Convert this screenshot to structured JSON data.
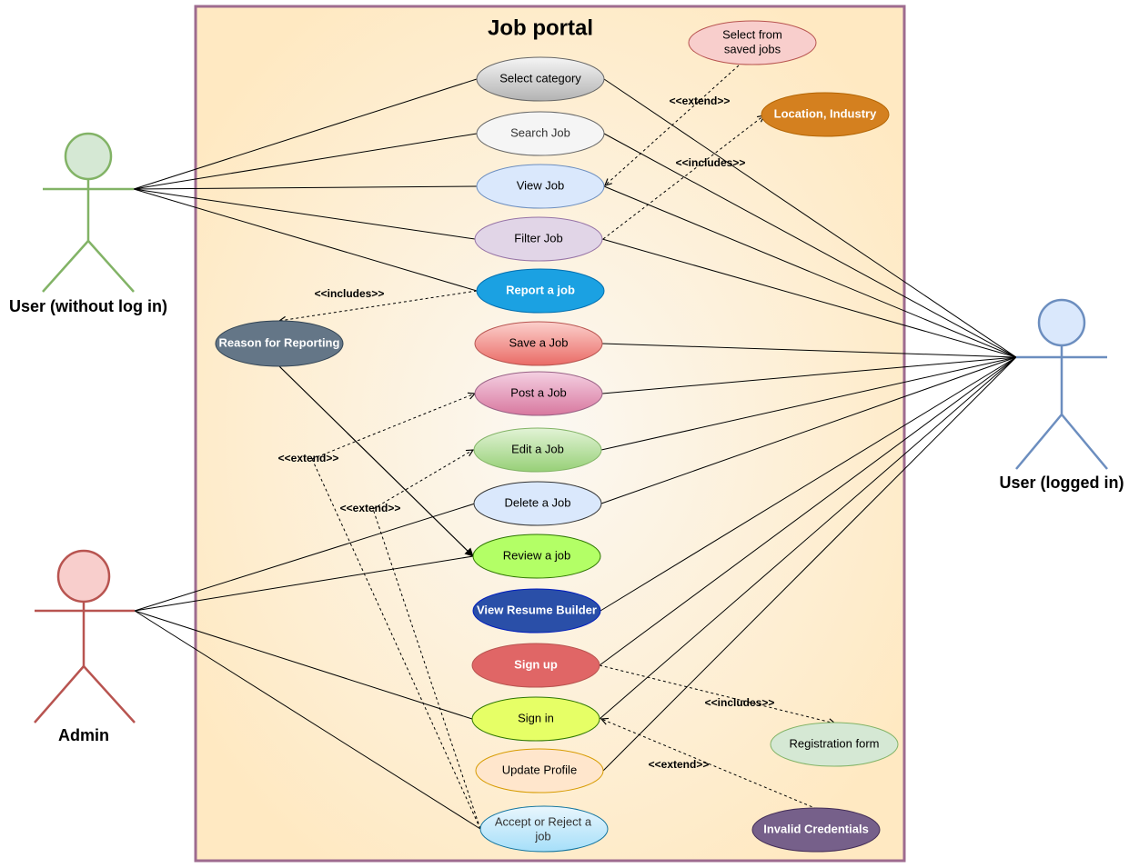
{
  "system": {
    "title": "Job portal"
  },
  "actors": {
    "guest": {
      "label": "User (without log in)",
      "color": "#82b366",
      "fill": "#d5e8d4"
    },
    "user": {
      "label": "User (logged in)",
      "color": "#6c8ebf",
      "fill": "#dae8fc"
    },
    "admin": {
      "label": "Admin",
      "color": "#b85450",
      "fill": "#f8cecc"
    }
  },
  "use_cases": {
    "select_category": {
      "label": "Select category",
      "fill": "#cccccc",
      "text_color": "#000000"
    },
    "search_job": {
      "label": "Search Job",
      "fill": "#f5f5f5",
      "text_color": "#333333"
    },
    "view_job": {
      "label": "View Job",
      "fill": "#dae8fc",
      "text_color": "#000000"
    },
    "filter_job": {
      "label": "Filter Job",
      "fill": "#e1d5e7",
      "text_color": "#000000"
    },
    "report_job": {
      "label": "Report a job",
      "fill": "#1ba1e2",
      "text_color": "#ffffff"
    },
    "save_job": {
      "label": "Save a Job",
      "fill": "#f08080",
      "text_color": "#000000"
    },
    "post_job": {
      "label": "Post a Job",
      "fill": "#e6a0c4",
      "text_color": "#000000"
    },
    "edit_job": {
      "label": "Edit a Job",
      "fill": "#b9e0a5",
      "text_color": "#000000"
    },
    "delete_job": {
      "label": "Delete a Job",
      "fill": "#dae8fc",
      "text_color": "#000000"
    },
    "review_job": {
      "label": "Review a job",
      "fill": "#b3ff66",
      "text_color": "#000000"
    },
    "resume_builder": {
      "label": "View Resume Builder",
      "fill": "#2a4fa8",
      "text_color": "#ffffff"
    },
    "sign_up": {
      "label": "Sign up",
      "fill": "#e06666",
      "text_color": "#ffffff"
    },
    "sign_in": {
      "label": "Sign in",
      "fill": "#e6ff66",
      "text_color": "#000000"
    },
    "update_profile": {
      "label": "Update Profile",
      "fill": "#ffe6cc",
      "text_color": "#000000"
    },
    "accept_reject_line1": {
      "label": "Accept or Reject a",
      "fill": "#c7ecff",
      "text_color": "#333333"
    },
    "accept_reject_line2": {
      "label": "job"
    },
    "saved_jobs_line1": {
      "label": "Select from",
      "fill": "#f8cecc",
      "text_color": "#000000"
    },
    "saved_jobs_line2": {
      "label": "saved jobs"
    },
    "location_industry": {
      "label": "Location, Industry",
      "fill": "#d4801f",
      "text_color": "#ffffff"
    },
    "reason_reporting": {
      "label": "Reason for Reporting",
      "fill": "#647687",
      "text_color": "#ffffff"
    },
    "registration_form": {
      "label": "Registration form",
      "fill": "#d5e8d4",
      "text_color": "#000000"
    },
    "invalid_credentials": {
      "label": "Invalid Credentials",
      "fill": "#76608a",
      "text_color": "#ffffff"
    }
  },
  "relation_labels": {
    "extend_saved": "<<extend>>",
    "includes_location": "<<includes>>",
    "includes_reason": "<<includes>>",
    "extend_post": "<<extend>>",
    "extend_edit": "<<extend>>",
    "includes_registration": "<<includes>>",
    "extend_invalid": "<<extend>>"
  },
  "colors": {
    "system_border": "#9e6b8f",
    "system_fill_center": "#fdf8ef",
    "system_fill_edge": "#ffe9c2"
  }
}
